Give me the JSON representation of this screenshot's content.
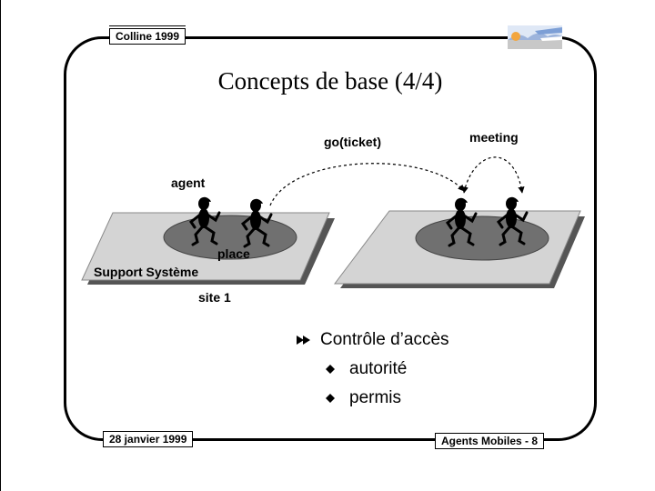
{
  "header": {
    "conference": "Colline 1999"
  },
  "title": "Concepts de base (4/4)",
  "footer": {
    "date": "28 janvier 1999",
    "page": "Agents Mobiles - 8"
  },
  "diagram": {
    "labels": {
      "go": "go(ticket)",
      "meeting": "meeting",
      "agent": "agent",
      "place": "place",
      "support": "Support Système",
      "site": "site 1"
    }
  },
  "bullets": {
    "main": "Contrôle d’accès",
    "sub": [
      "autorité",
      "permis"
    ]
  }
}
